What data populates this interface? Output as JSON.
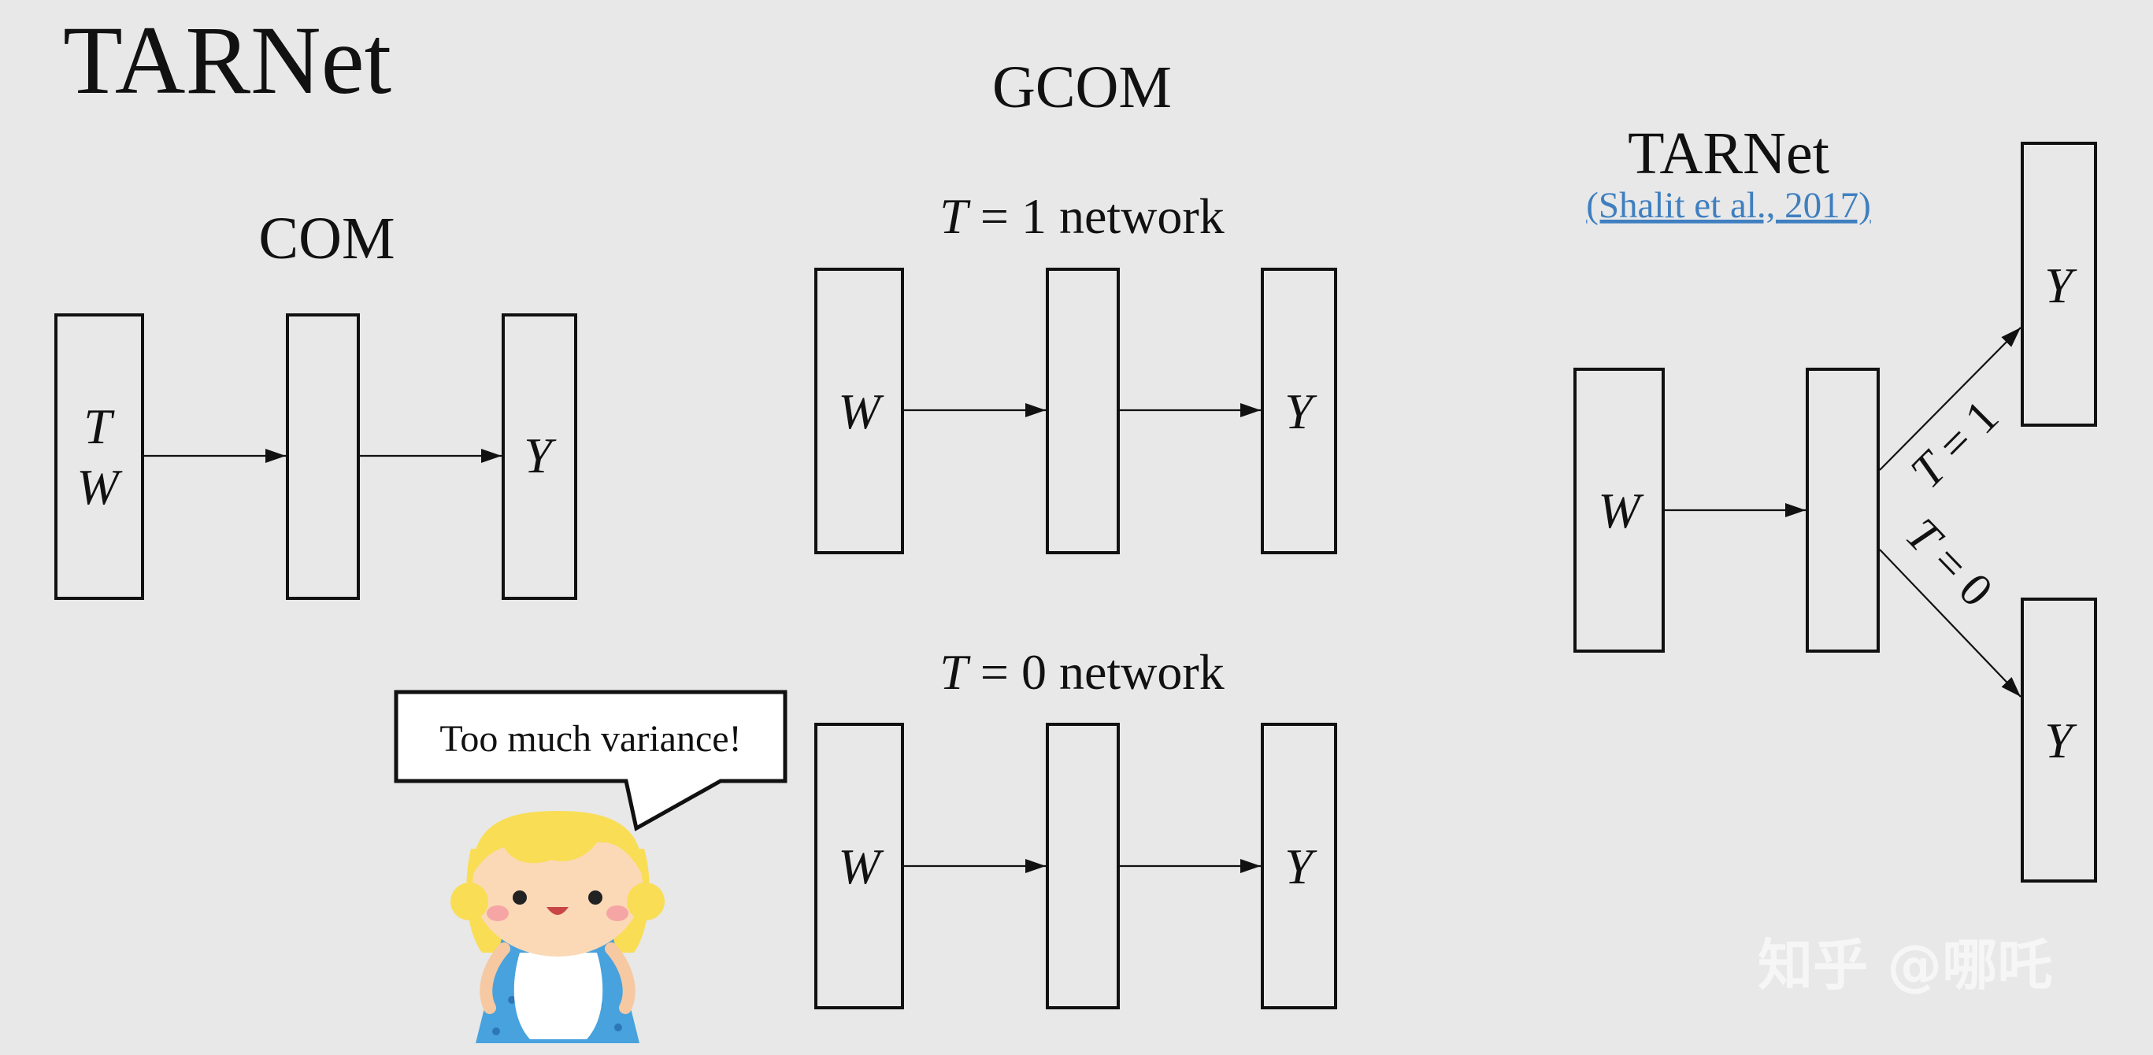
{
  "slide": {
    "title": "TARNet",
    "watermark": "知乎 @哪吒"
  },
  "com": {
    "heading": "COM",
    "input_t": "T",
    "input_w": "W",
    "output": "Y"
  },
  "gcom": {
    "heading": "GCOM",
    "t1_network": {
      "label_var": "T",
      "label_rest": " = 1 network",
      "input": "W",
      "output": "Y"
    },
    "t0_network": {
      "label_var": "T",
      "label_rest": " = 0 network",
      "input": "W",
      "output": "Y"
    }
  },
  "tarnet": {
    "heading": "TARNet",
    "citation": "(Shalit et al., 2017)",
    "input": "W",
    "branch_t1": {
      "label_var": "T",
      "label_rest": " = 1",
      "output": "Y"
    },
    "branch_t0": {
      "label_var": "T",
      "label_rest": " = 0",
      "output": "Y"
    }
  },
  "speech_bubble": {
    "text": "Too much variance!"
  },
  "colors": {
    "background": "#e8e8e8",
    "stroke": "#111111",
    "citation_link": "#3f7fc0",
    "character_hair": "#f9dd55",
    "character_dress": "#47a2dd"
  },
  "icons": [
    "girl-character-illustration"
  ]
}
